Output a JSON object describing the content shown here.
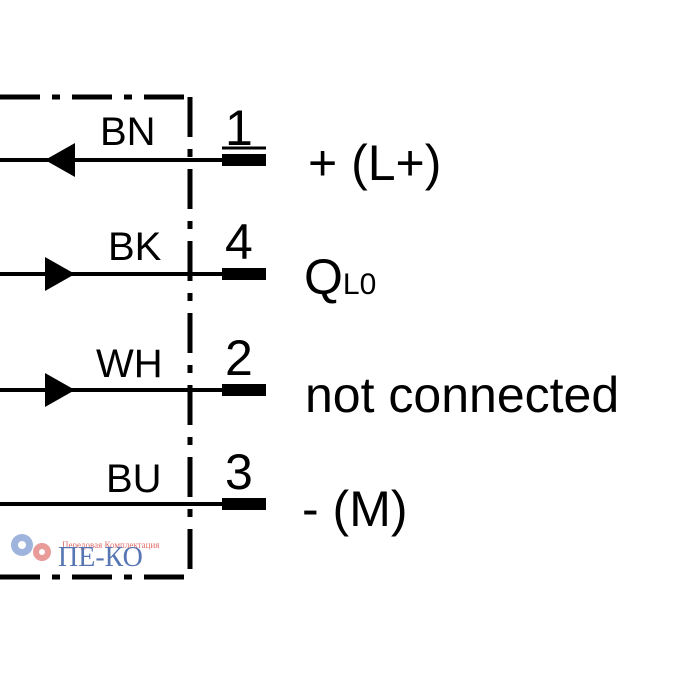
{
  "wires": [
    {
      "color_code": "BN",
      "pin": "1",
      "signal": "+ (L+)",
      "direction": "in"
    },
    {
      "color_code": "BK",
      "pin": "4",
      "signal": "Q",
      "signal_sub": "L0",
      "direction": "out"
    },
    {
      "color_code": "WH",
      "pin": "2",
      "signal": "not connected",
      "direction": "out"
    },
    {
      "color_code": "BU",
      "pin": "3",
      "signal": "- (M)",
      "direction": "none"
    }
  ],
  "logo": {
    "tagline": "Передовая Комплектация",
    "name": "ПЕ-КО",
    "colors": {
      "red": "#d9534f",
      "blue": "#3a5fa8"
    }
  }
}
